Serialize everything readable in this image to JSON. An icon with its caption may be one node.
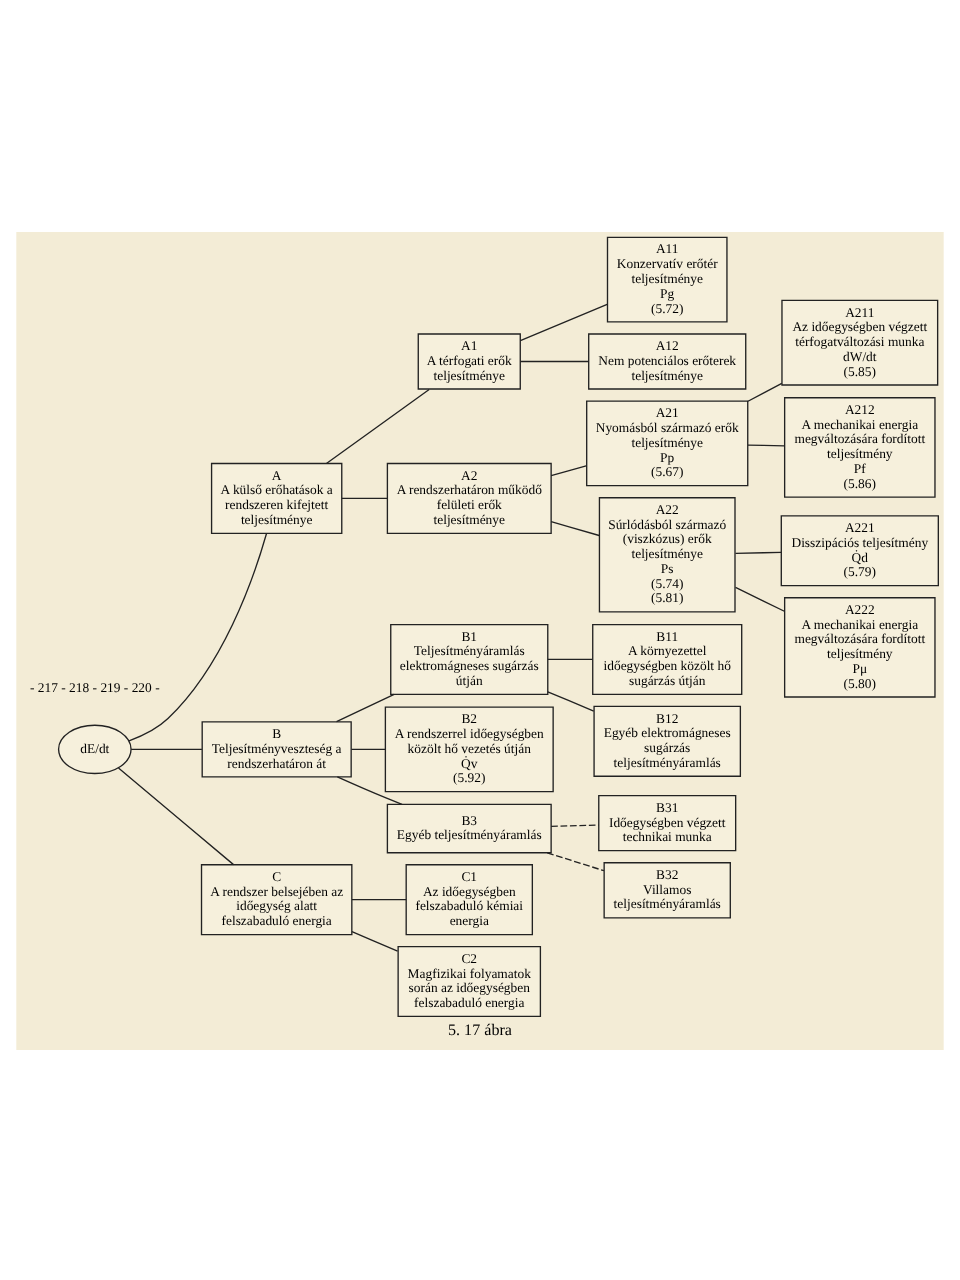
{
  "diagram": {
    "caption": "5. 17 ábra",
    "nodes": [
      {
        "text": [
          "dE/dt"
        ]
      },
      {
        "text": [
          "A",
          "A külső erőhatások a rendszeren kifejtett teljesítménye"
        ]
      },
      {
        "text": [
          "B",
          "Teljesítményveszteség a rendszerhatáron át"
        ]
      },
      {
        "text": [
          "C",
          "A rendszer belsejében az időegység alatt felszabaduló energia"
        ]
      },
      {
        "text": [
          "A1",
          "A térfogati erők teljesítménye"
        ]
      },
      {
        "text": [
          "A2",
          "A rendszerhatáron működő felületi erők teljesítménye"
        ]
      },
      {
        "text": [
          "B1",
          "Teljesítményáramlás elektromágneses sugárzás útján"
        ]
      },
      {
        "text": [
          "B2",
          "A rendszerrel időegységben közölt hő vezetés útján",
          "Q̇v",
          "(5.92)"
        ]
      },
      {
        "text": [
          "B3",
          "Egyéb teljesítményáramlás"
        ]
      },
      {
        "text": [
          "C1",
          "Az időegységben felszabaduló kémiai energia"
        ]
      },
      {
        "text": [
          "C2",
          "Magfizikai folyamatok során az időegységben felszabaduló energia"
        ]
      },
      {
        "text": [
          "A11",
          "Konzervatív erőtér teljesítménye",
          "Pg",
          "(5.72)"
        ]
      },
      {
        "text": [
          "A12",
          "Nem potenciálos erőterek teljesítménye"
        ]
      },
      {
        "text": [
          "A21",
          "Nyomásból származó erők teljesítménye",
          "Pp",
          "(5.67)"
        ]
      },
      {
        "text": [
          "A22",
          "Súrlódásból származó (viszkózus) erők teljesítménye",
          "Ps",
          "(5.74)",
          "(5.81)"
        ]
      },
      {
        "text": [
          "B11",
          "A környezettel időegységben közölt hő sugárzás útján"
        ]
      },
      {
        "text": [
          "B12",
          "Egyéb elektromágneses sugárzás teljesítményáramlás"
        ]
      },
      {
        "text": [
          "B31",
          "Időegységben végzett technikai munka"
        ]
      },
      {
        "text": [
          "B32",
          "Villamos teljesítményáramlás"
        ]
      },
      {
        "text": [
          "A211",
          "Az időegységben végzett térfogatváltozási munka",
          "dW/dt",
          "(5.85)"
        ]
      },
      {
        "text": [
          "A212",
          "A mechanikai energia megváltozására fordított teljesítmény",
          "Pf",
          "(5.86)"
        ]
      },
      {
        "text": [
          "A221",
          "Disszipációs teljesítmény",
          "Q̇d",
          "(5.79)"
        ]
      },
      {
        "text": [
          "A222",
          "A mechanikai energia megváltozására fordított teljesítmény",
          "Pμ",
          "(5.80)"
        ]
      }
    ],
    "edges": [
      {
        "from": 0,
        "to": 1,
        "arrow": "none"
      },
      {
        "from": 0,
        "to": 2,
        "arrow": "none"
      },
      {
        "from": 0,
        "to": 3,
        "arrow": "none"
      },
      {
        "from": 1,
        "to": 4,
        "arrow": "none"
      },
      {
        "from": 1,
        "to": 5,
        "arrow": "none"
      },
      {
        "from": 2,
        "to": 6,
        "arrow": "none"
      },
      {
        "from": 2,
        "to": 7,
        "arrow": "none"
      },
      {
        "from": 2,
        "to": 8,
        "arrow": "none"
      },
      {
        "from": 3,
        "to": 9,
        "arrow": "none"
      },
      {
        "from": 3,
        "to": 10,
        "arrow": "none"
      },
      {
        "from": 4,
        "to": 11,
        "arrow": "none"
      },
      {
        "from": 4,
        "to": 12,
        "arrow": "none"
      },
      {
        "from": 5,
        "to": 13,
        "arrow": "none"
      },
      {
        "from": 5,
        "to": 14,
        "arrow": "none"
      },
      {
        "from": 6,
        "to": 15,
        "arrow": "none"
      },
      {
        "from": 6,
        "to": 16,
        "arrow": "none"
      },
      {
        "from": 8,
        "to": 17,
        "arrow": "none",
        "style": "dashed"
      },
      {
        "from": 8,
        "to": 18,
        "arrow": "none",
        "style": "dashed"
      },
      {
        "from": 13,
        "to": 19,
        "arrow": "none"
      },
      {
        "from": 13,
        "to": 20,
        "arrow": "none"
      },
      {
        "from": 14,
        "to": 21,
        "arrow": "none"
      },
      {
        "from": 14,
        "to": 22,
        "arrow": "none"
      }
    ],
    "labels": [
      "- 217 - 218 - 219 - 220 -"
    ]
  }
}
